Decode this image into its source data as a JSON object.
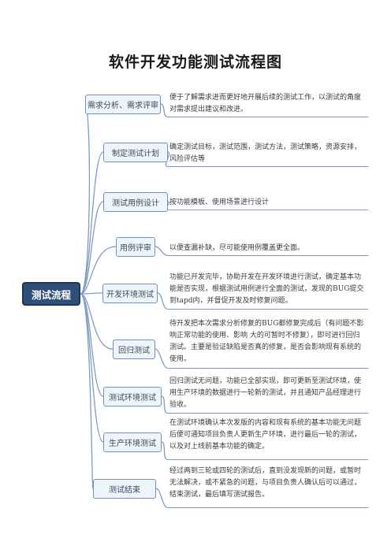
{
  "title": "软件开发功能测试流程图",
  "root": {
    "label": "测试流程"
  },
  "steps": [
    {
      "label": "需求分析、需求评审",
      "desc": "便于了解需求进而更好地开展后续的测试工作，以测试的角度对需求提出建议和改进。"
    },
    {
      "label": "制定测试计划",
      "desc": "确定测试目标，测试范围，测试方法，测试策略，资源安排，风险评估等"
    },
    {
      "label": "测试用例设计",
      "desc": "按功能模板、使用场景进行设计"
    },
    {
      "label": "用例评审",
      "desc": "以便查漏补缺，尽可能使用例覆盖更全面。"
    },
    {
      "label": "开发环境测试",
      "desc": "功能已开发完毕，协助开发在开发环境进行测试，确定基本功能是否实现，根据测试用例进行全面的测试，发现的BUG提交到tapd内，并督促开发及时修复问题。"
    },
    {
      "label": "回归测试",
      "desc": "待开发把本次需求分析修复的BUG都修复完成后（有问题不影响正常功能的使用、影响 大的可暂时不修复），即可进行回归测试。主要是验证缺陷是否真的修复，是否会影响现有系统的使用。"
    },
    {
      "label": "测试环境测试",
      "desc": "回归测试无问题，功能已全部实现，即可更新至测试环境，使用生产环境的数据进行一轮新的测试，并且通知产品经理进行验收。"
    },
    {
      "label": "生产环境测试",
      "desc": "在测试环境确认本次发版的内容和现有系统的基本功能无问题后便可通知项目负责人更新生产环境，进行最后一轮的测试，以及对上线前基本功能的确定。"
    },
    {
      "label": "测试结束",
      "desc": "经过两到三轮或四轮的测试后，直到没发现新的问题，或暂时无法解决，或不紧急的问题，与项目负责人确认后可以通过，结束测试，最后填写测试报告。"
    }
  ],
  "colors": {
    "root_fill": "#2f4f7a",
    "node_border": "#6e93c0",
    "node_fill": "#eef4fa",
    "connector": "#7f9cc3"
  }
}
